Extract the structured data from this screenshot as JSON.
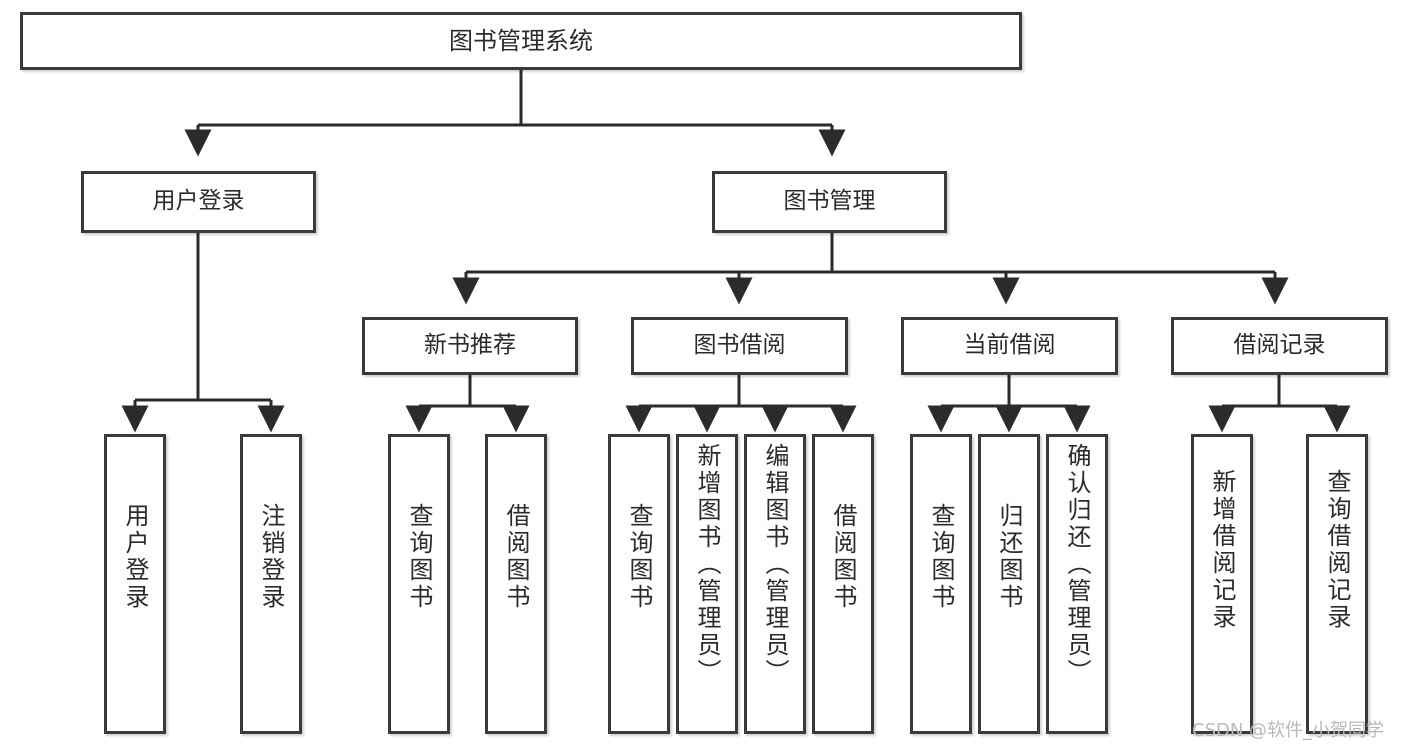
{
  "diagram": {
    "title": "图书管理系统",
    "watermark": "CSDN @软件_小贺同学",
    "colors": {
      "box_border": "#3a3a3a",
      "box_fill": "#ffffff",
      "connector": "#2b2b2b",
      "text": "#2b2b2b",
      "watermark": "#b9b9b9"
    },
    "root": {
      "label": "图书管理系统"
    },
    "level2": [
      {
        "label": "用户登录"
      },
      {
        "label": "图书管理"
      }
    ],
    "level3": [
      {
        "label": "新书推荐"
      },
      {
        "label": "图书借阅"
      },
      {
        "label": "当前借阅"
      },
      {
        "label": "借阅记录"
      }
    ],
    "leaves": {
      "user_login": [
        {
          "label": "用户登录"
        },
        {
          "label": "注销登录"
        }
      ],
      "new_book_recommend": [
        {
          "label": "查询图书"
        },
        {
          "label": "借阅图书"
        }
      ],
      "book_borrow": [
        {
          "label": "查询图书"
        },
        {
          "label": "新增图书（管理员）"
        },
        {
          "label": "编辑图书（管理员）"
        },
        {
          "label": "借阅图书"
        }
      ],
      "current_borrow": [
        {
          "label": "查询图书"
        },
        {
          "label": "归还图书"
        },
        {
          "label": "确认归还（管理员）"
        }
      ],
      "borrow_record": [
        {
          "label": "新增借阅记录"
        },
        {
          "label": "查询借阅记录"
        }
      ]
    }
  }
}
